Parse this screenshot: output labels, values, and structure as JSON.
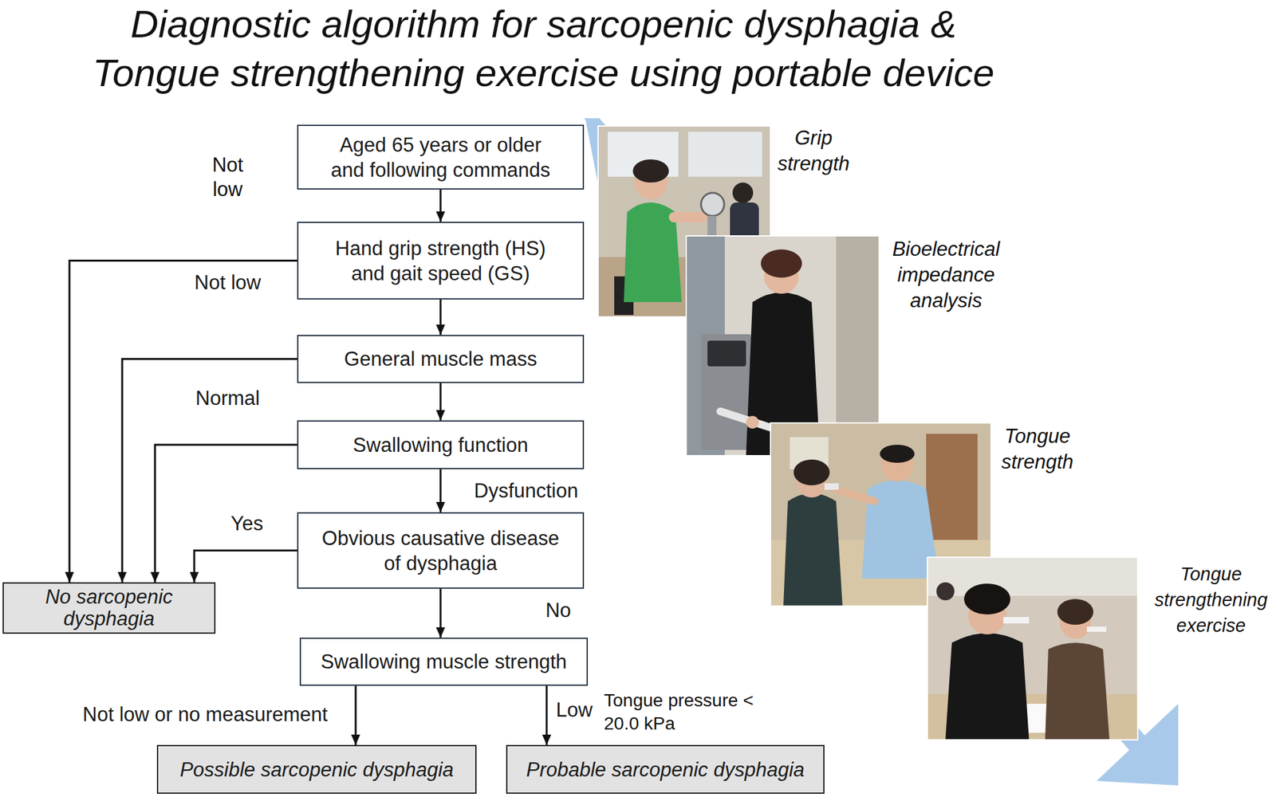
{
  "diagram": {
    "title": "Diagnostic algorithm for sarcopenic dysphagia & Tongue strengthening exercise using portable device",
    "nodes": [
      {
        "text": [
          "Aged 65 years or older and following commands"
        ]
      },
      {
        "text": [
          "Hand grip strength (HS) and gait speed (GS)"
        ]
      },
      {
        "text": [
          "General muscle mass"
        ]
      },
      {
        "text": [
          "Swallowing function"
        ]
      },
      {
        "text": [
          "Obvious causative disease of dysphagia"
        ]
      },
      {
        "text": [
          "No sarcopenic dysphagia"
        ]
      },
      {
        "text": [
          "Swallowing muscle strength"
        ]
      },
      {
        "text": [
          "Possible sarcopenic dysphagia"
        ]
      },
      {
        "text": [
          "Probable sarcopenic dysphagia"
        ]
      }
    ],
    "edges": [
      {
        "from": 0,
        "to": 1,
        "arrow": "to"
      },
      {
        "from": 1,
        "to": 5,
        "label": "Not low",
        "arrow": "to"
      },
      {
        "from": 1,
        "to": 2,
        "arrow": "to"
      },
      {
        "from": 2,
        "to": 5,
        "label": "Normal",
        "arrow": "to"
      },
      {
        "from": 2,
        "to": 3,
        "arrow": "to"
      },
      {
        "from": 3,
        "to": 5,
        "arrow": "to"
      },
      {
        "from": 3,
        "to": 4,
        "label": "Dysfunction",
        "arrow": "to"
      },
      {
        "from": 4,
        "to": 5,
        "label": "Yes",
        "arrow": "to"
      },
      {
        "from": 4,
        "to": 6,
        "label": "No",
        "arrow": "to"
      },
      {
        "from": 6,
        "to": 7,
        "label": "Not low or no measurement",
        "arrow": "to"
      },
      {
        "from": 6,
        "to": 8,
        "label": "Low",
        "arrow": "to"
      }
    ],
    "labels": [
      "Not low",
      "Tongue pressure < 20.0 kPa",
      "Grip strength",
      "Bioelectrical impedance analysis",
      "Tongue strength",
      "Tongue strengthening exercise"
    ]
  }
}
